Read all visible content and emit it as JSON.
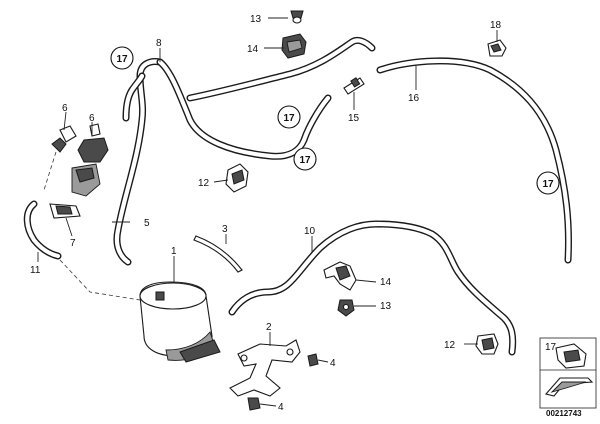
{
  "callouts": {
    "c1": "1",
    "c2": "2",
    "c3": "3",
    "c4a": "4",
    "c4b": "4",
    "c5": "5",
    "c6a": "6",
    "c6b": "6",
    "c7": "7",
    "c8": "8",
    "c10": "10",
    "c11": "11",
    "c12a": "12",
    "c12b": "12",
    "c13a": "13",
    "c13b": "13",
    "c14a": "14",
    "c14b": "14",
    "c15": "15",
    "c16": "16",
    "c18": "18"
  },
  "circled_refs": {
    "r1": "17",
    "r2": "17",
    "r3": "17",
    "r4": "17"
  },
  "legend": {
    "number": "17",
    "code": "00212743"
  }
}
